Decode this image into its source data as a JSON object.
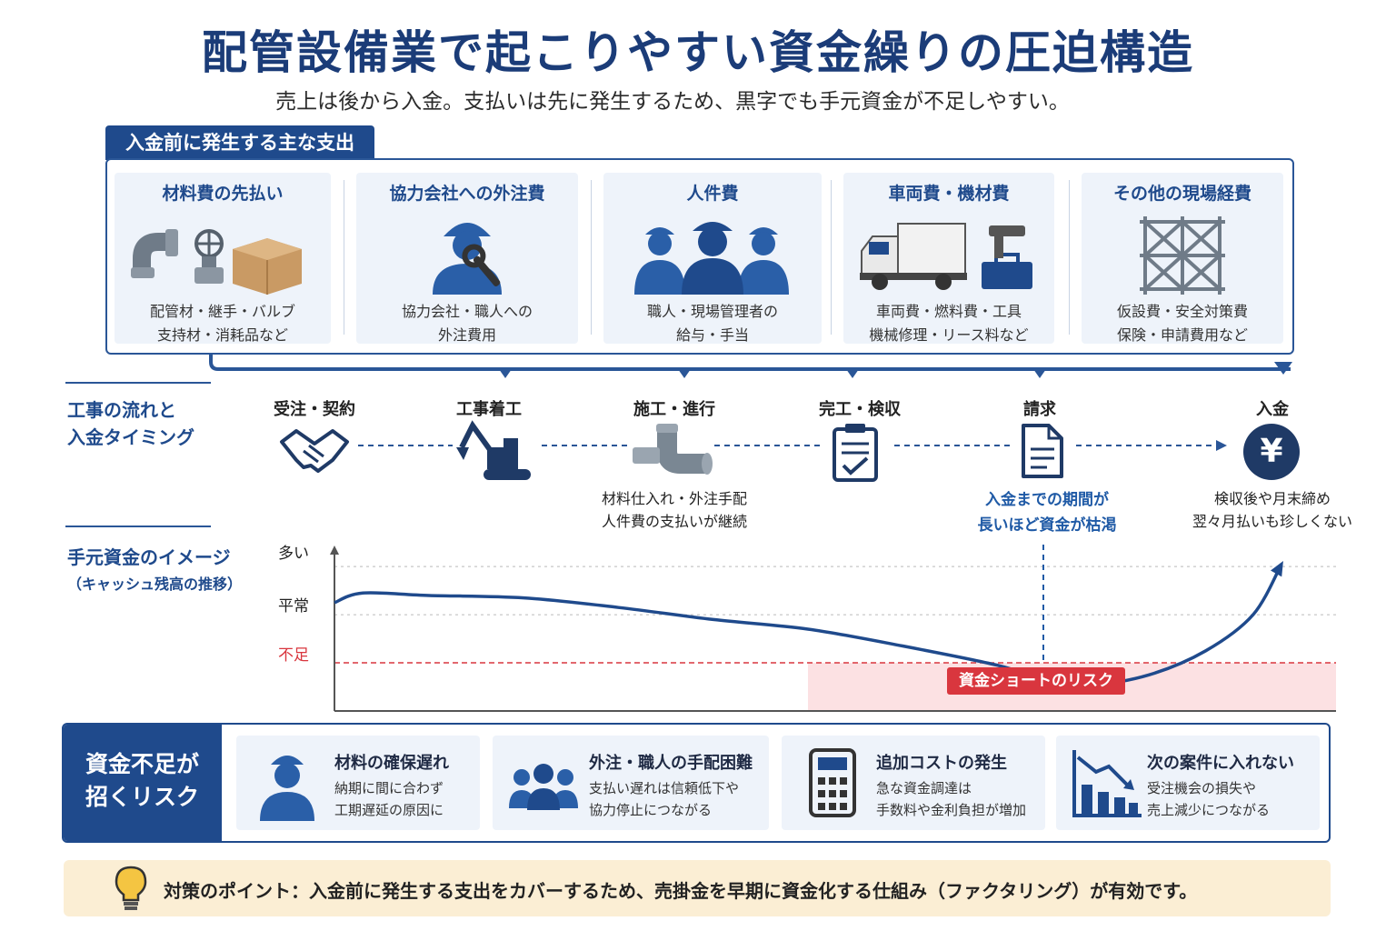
{
  "title": "配管設備業で起こりやすい資金繰りの圧迫構造",
  "subtitle": "売上は後から入金。支払いは先に発生するため、黒字でも手元資金が不足しやすい。",
  "expenses": {
    "tab": "入金前に発生する主な支出",
    "cards": [
      {
        "title": "材料費の先払い",
        "line1": "配管材・継手・バルブ",
        "line2": "支持材・消耗品など",
        "icon": "pipe-fitting-box-icon"
      },
      {
        "title": "協力会社への外注費",
        "line1": "協力会社・職人への",
        "line2": "外注費用",
        "icon": "worker-wrench-icon"
      },
      {
        "title": "人件費",
        "line1": "職人・現場管理者の",
        "line2": "給与・手当",
        "icon": "workers-group-icon"
      },
      {
        "title": "車両費・機材費",
        "line1": "車両費・燃料費・工具",
        "line2": "機械修理・リース料など",
        "icon": "truck-tools-icon"
      },
      {
        "title": "その他の現場経費",
        "line1": "仮設費・安全対策費",
        "line2": "保険・申請費用など",
        "icon": "scaffold-icon"
      }
    ]
  },
  "flow": {
    "label_line1": "工事の流れと",
    "label_line2": "入金タイミング",
    "steps": [
      {
        "label": "受注・契約",
        "icon": "handshake-icon"
      },
      {
        "label": "工事着工",
        "icon": "excavator-icon"
      },
      {
        "label": "施工・進行",
        "icon": "pipe-icon"
      },
      {
        "label": "完工・検収",
        "icon": "clipboard-check-icon"
      },
      {
        "label": "請求",
        "icon": "invoice-icon"
      },
      {
        "label": "入金",
        "icon": "yen-icon"
      }
    ],
    "yen_symbol": "¥",
    "note_construction": [
      "材料仕入れ・外注手配",
      "人件費の支払いが継続"
    ],
    "note_invoice": [
      "入金までの期間が",
      "長いほど資金が枯渇"
    ],
    "note_payment": [
      "検収後や月末締め",
      "翌々月払いも珍しくない"
    ]
  },
  "chart": {
    "label_line1": "手元資金のイメージ",
    "label_line2": "（キャッシュ残高の推移）",
    "risk_label": "資金ショートのリスク"
  },
  "chart_data": {
    "type": "line",
    "title": "",
    "xlabel": "",
    "ylabel": "",
    "y_tick_labels": [
      "多い",
      "平常",
      "不足"
    ],
    "y_ticks": [
      3,
      2,
      1
    ],
    "ylim": [
      0,
      3.4
    ],
    "shortage_threshold": 1,
    "x": [
      0,
      0.03,
      0.1,
      0.2,
      0.3,
      0.4,
      0.5,
      0.6,
      0.7,
      0.75,
      0.8,
      0.86,
      0.92,
      0.97,
      1.0
    ],
    "values": [
      2.25,
      2.45,
      2.4,
      2.35,
      2.15,
      1.9,
      1.7,
      1.35,
      0.95,
      0.65,
      0.55,
      0.75,
      1.25,
      2.0,
      3.05
    ],
    "series": [
      {
        "name": "",
        "color": "#1f4a8c"
      }
    ],
    "colors": {
      "line": "#1f4a8c",
      "threshold": "#d9363e",
      "risk_fill": "#fbd9dc"
    }
  },
  "risks": {
    "head_line1": "資金不足が",
    "head_line2": "招くリスク",
    "cards": [
      {
        "title": "材料の確保遅れ",
        "line1": "納期に間に合わず",
        "line2": "工期遅延の原因に",
        "icon": "worker-icon"
      },
      {
        "title": "外注・職人の手配困難",
        "line1": "支払い遅れは信頼低下や",
        "line2": "協力停止につながる",
        "icon": "team-icon"
      },
      {
        "title": "追加コストの発生",
        "line1": "急な資金調達は",
        "line2": "手数料や金利負担が増加",
        "icon": "calculator-icon"
      },
      {
        "title": "次の案件に入れない",
        "line1": "受注機会の損失や",
        "line2": "売上減少につながる",
        "icon": "declining-chart-icon"
      }
    ]
  },
  "tip": {
    "text": "対策のポイント：入金前に発生する支出をカバーするため、売掛金を早期に資金化する仕組み（ファクタリング）が有効です。",
    "icon": "lightbulb-icon"
  }
}
